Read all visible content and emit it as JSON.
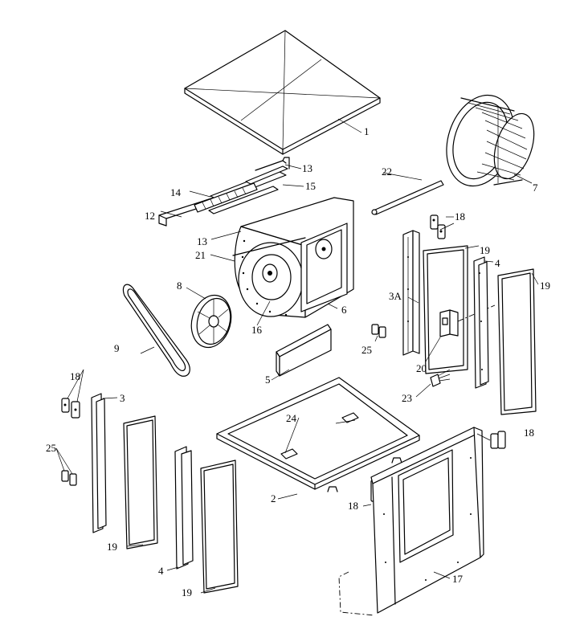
{
  "labels": {
    "p1": "1",
    "p2": "2",
    "p3": "3",
    "p3a": "3A",
    "p4a": "4",
    "p4b": "4",
    "p5": "5",
    "p6": "6",
    "p7": "7",
    "p8": "8",
    "p9": "9",
    "p12": "12",
    "p13a": "13",
    "p13b": "13",
    "p14": "14",
    "p15": "15",
    "p16": "16",
    "p17": "17",
    "p18a": "18",
    "p18b": "18",
    "p18c": "18",
    "p18d": "18",
    "p19a": "19",
    "p19b": "19",
    "p19c": "19",
    "p19d": "19",
    "p20": "20",
    "p21": "21",
    "p22": "22",
    "p23": "23",
    "p24": "24",
    "p25a": "25",
    "p25b": "25"
  }
}
